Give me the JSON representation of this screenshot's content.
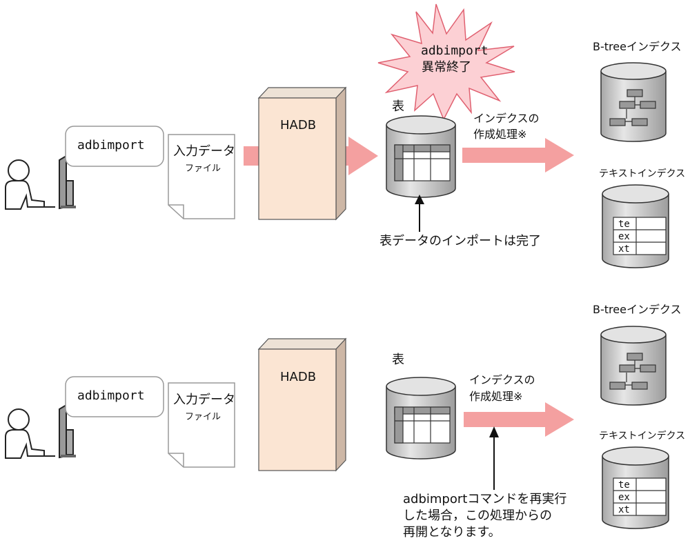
{
  "top": {
    "user_label": "adbimport",
    "file_label_line1": "入力データ",
    "file_label_line2": "ファイル",
    "server_label": "HADB",
    "table_label": "表",
    "abend_line1": "adbimport",
    "abend_line2": "異常終了",
    "index_process_line1": "インデクスの",
    "index_process_line2": "作成処理※",
    "btree_label": "B-treeインデクス",
    "text_index_label": "テキストインデクス",
    "text_index_rows": [
      "te",
      "ex",
      "xt"
    ],
    "import_done_note": "表データのインポートは完了"
  },
  "bottom": {
    "user_label": "adbimport",
    "file_label_line1": "入力データ",
    "file_label_line2": "ファイル",
    "server_label": "HADB",
    "table_label": "表",
    "index_process_line1": "インデクスの",
    "index_process_line2": "作成処理※",
    "btree_label": "B-treeインデクス",
    "text_index_label": "テキストインデクス",
    "text_index_rows": [
      "te",
      "ex",
      "xt"
    ],
    "rerun_note_line1": "adbimportコマンドを再実行",
    "rerun_note_line2": "した場合，この処理からの",
    "rerun_note_line3": "再開となります。"
  },
  "colors": {
    "arrow": "#f4a0a0",
    "server_face": "#fbe5d3",
    "server_side": "#cdb7a6",
    "cylinder": "#d6d6d6",
    "starburst": "#fcd0d4",
    "starburst_stroke": "#e06070"
  }
}
